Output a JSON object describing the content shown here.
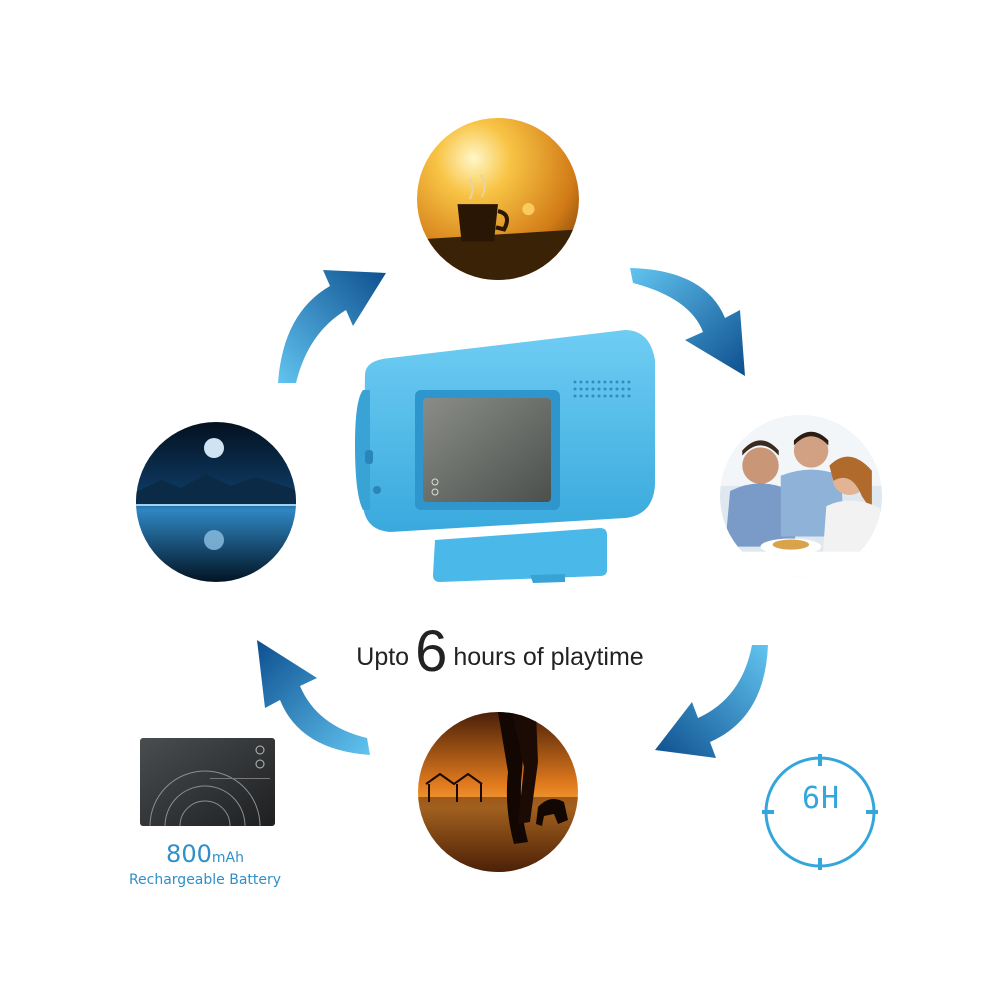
{
  "headline": {
    "prefix": "Upto",
    "number": "6",
    "suffix": "hours of playtime"
  },
  "battery": {
    "capacity_value": "800",
    "capacity_unit": "mAh",
    "caption": "Rechargeable Battery"
  },
  "timer_badge": {
    "text": "6H"
  },
  "colors": {
    "device_blue": "#4ab9ea",
    "arrow_dark": "#0d4f8f",
    "arrow_light": "#62c4f0",
    "caption_blue": "#2f8fc9",
    "timer_blue": "#35a6dc"
  },
  "scenes": [
    "sunrise-coffee",
    "friends-dining",
    "sunset-walking",
    "moonlit-lake"
  ]
}
